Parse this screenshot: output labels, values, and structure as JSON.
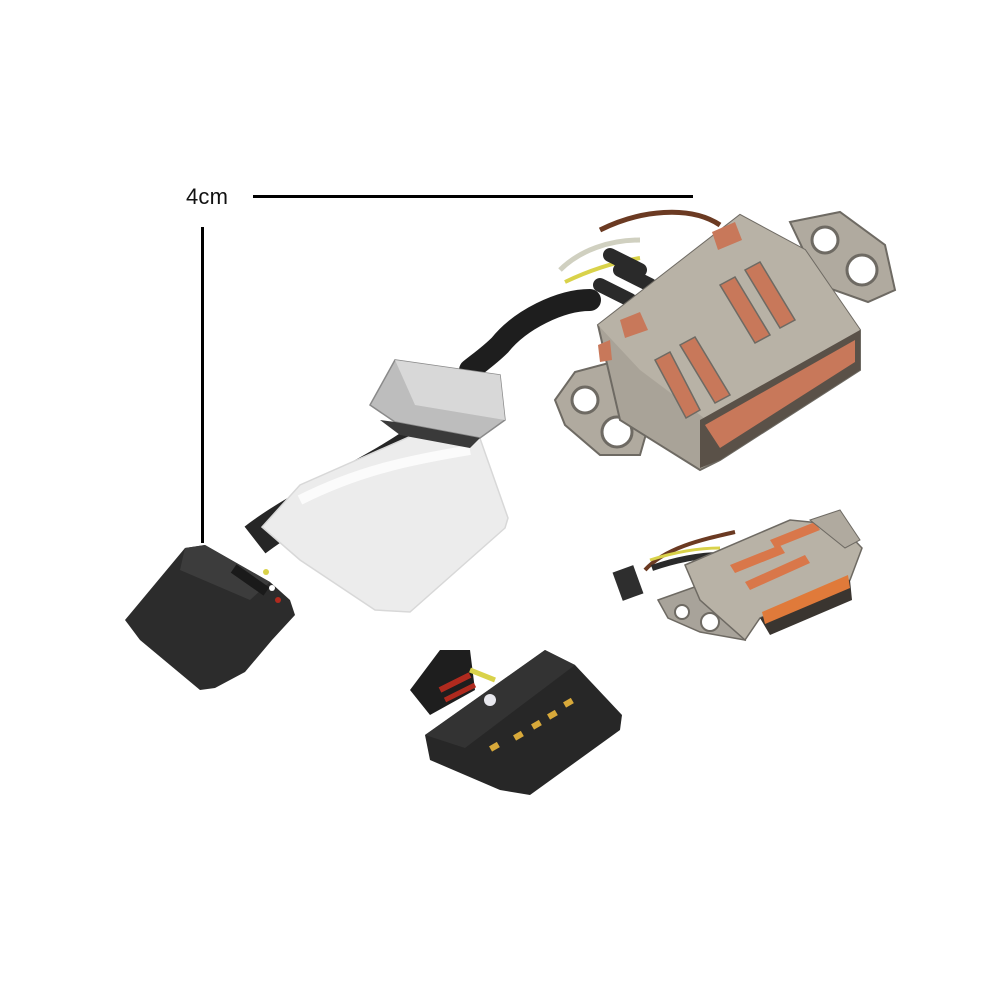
{
  "image": {
    "kind": "product-photo",
    "subject": "DC power jack with cable harness",
    "background_color": "#ffffff"
  },
  "annotation": {
    "dimension_label": "4cm",
    "line_color": "#000000"
  },
  "parts": [
    {
      "name": "main-dc-jack",
      "description": "metal-shell DC jack with orange insulator and two mounting tabs"
    },
    {
      "name": "cable-with-tape",
      "description": "black sleeved cable with metal ferrule and white insulating tape"
    },
    {
      "name": "board-connector",
      "description": "black plastic board connector at cable end"
    },
    {
      "name": "detail-dc-jack",
      "description": "secondary angled view of the jack"
    },
    {
      "name": "detail-connector",
      "description": "close-up of black connector with five gold pins"
    }
  ],
  "colors": {
    "metal": "#a8a39a",
    "metal_dark": "#6e6a63",
    "insulator": "#c8785a",
    "plastic": "#2a2a2a",
    "tape": "#eeeeee",
    "gold": "#d8a93a",
    "wire_red": "#b02a1e",
    "wire_yellow": "#d9d24a",
    "wire_brown": "#6b3a22"
  }
}
